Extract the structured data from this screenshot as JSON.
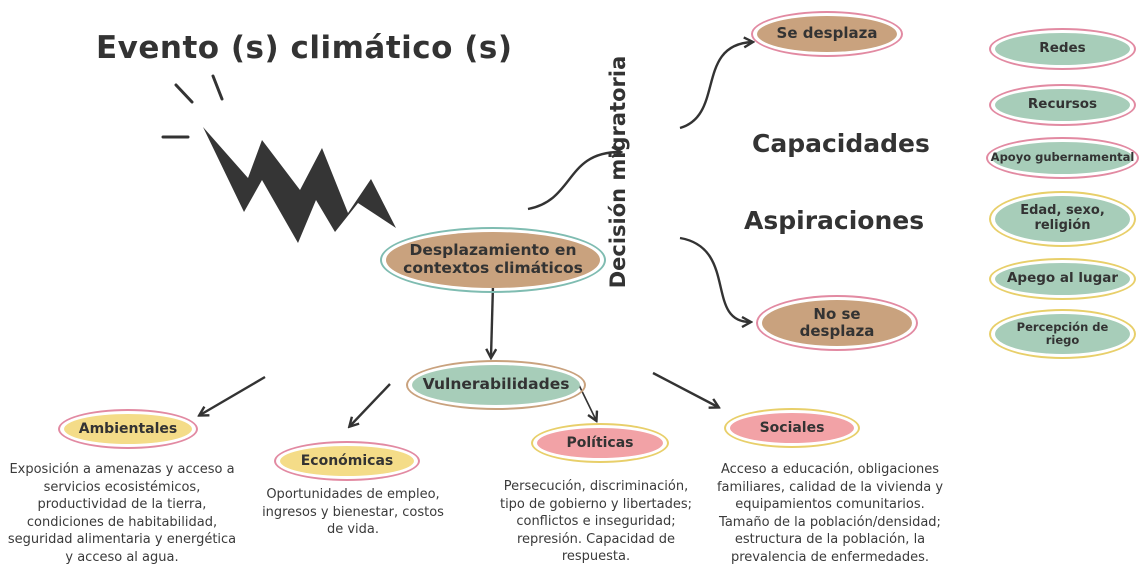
{
  "title": "Evento (s) climático (s)",
  "vertical_label": "Decisión migratoria",
  "center_node": "Desplazamiento en contextos climáticos",
  "outcomes": {
    "moves": "Se desplaza",
    "stays": "No se desplaza"
  },
  "factors": {
    "capacidades": "Capacidades",
    "aspiraciones": "Aspiraciones"
  },
  "capacidades_items": [
    "Redes",
    "Recursos",
    "Apoyo gubernamental",
    "Edad, sexo, religión",
    "Apego al lugar",
    "Percepción de riego"
  ],
  "vulnerabilities": {
    "label": "Vulnerabilidades",
    "categories": [
      {
        "name": "Ambientales",
        "description": "Exposición a amenazas y acceso a servicios ecosistémicos, productividad de la tierra, condiciones de habitabilidad, seguridad alimentaria y energética y acceso al agua."
      },
      {
        "name": "Económicas",
        "description": "Oportunidades de empleo, ingresos y bienestar, costos de vida."
      },
      {
        "name": "Políticas",
        "description": "Persecución, discriminación, tipo de gobierno y libertades; conflictos e inseguridad; represión. Capacidad de respuesta."
      },
      {
        "name": "Sociales",
        "description": "Acceso a educación, obligaciones familiares, calidad de la vivienda y equipamientos comunitarios. Tamaño de la población/densidad; estructura de la población, la prevalencia de enfermedades."
      }
    ]
  },
  "colors": {
    "brown": "#c9a27e",
    "green": "#a7cdb9",
    "yellow": "#f4dc88",
    "pink": "#f2a2a6",
    "ring_pink": "#e28aa2",
    "ring_teal": "#7fbcb1",
    "ring_yellow": "#e8cf6a",
    "dark": "#333333"
  }
}
